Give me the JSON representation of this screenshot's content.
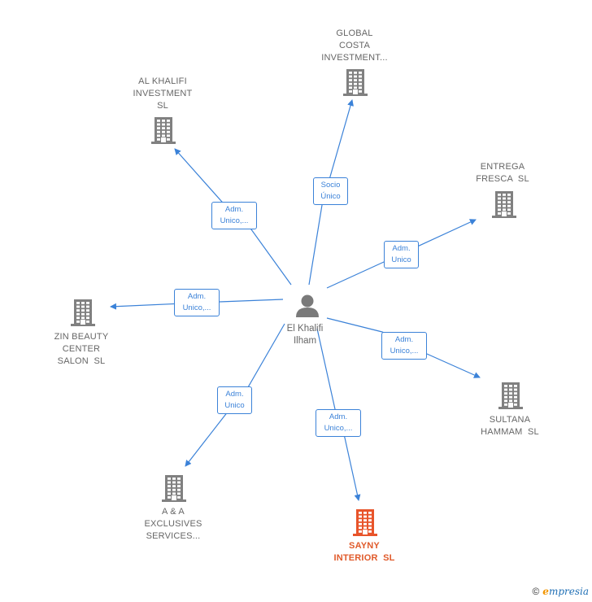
{
  "center": {
    "name": "El Khalifi\nIlham",
    "icon": "person-icon"
  },
  "companies": [
    {
      "id": "al-khalifi",
      "name": "AL KHALIFI\nINVESTMENT\nSL",
      "icon": "building-icon",
      "highlight": false
    },
    {
      "id": "global-costa",
      "name": "GLOBAL\nCOSTA\nINVESTMENT...",
      "icon": "building-icon",
      "highlight": false
    },
    {
      "id": "entrega-fresca",
      "name": "ENTREGA\nFRESCA  SL",
      "icon": "building-icon",
      "highlight": false
    },
    {
      "id": "zin-beauty",
      "name": "ZIN BEAUTY\nCENTER\nSALON  SL",
      "icon": "building-icon",
      "highlight": false
    },
    {
      "id": "sultana-hammam",
      "name": "SULTANA\nHAMMAM  SL",
      "icon": "building-icon",
      "highlight": false
    },
    {
      "id": "a-a-exclusives",
      "name": "A & A\nEXCLUSIVES\nSERVICES...",
      "icon": "building-icon",
      "highlight": false
    },
    {
      "id": "sayny-interior",
      "name": "SAYNY\nINTERIOR  SL",
      "icon": "building-icon",
      "highlight": true
    }
  ],
  "relations": [
    {
      "to": "al-khalifi",
      "label": "Adm.\nUnico,..."
    },
    {
      "to": "global-costa",
      "label": "Socio\nÚnico"
    },
    {
      "to": "entrega-fresca",
      "label": "Adm.\nUnico"
    },
    {
      "to": "zin-beauty",
      "label": "Adm.\nUnico,..."
    },
    {
      "to": "sultana-hammam",
      "label": "Adm.\nUnico,..."
    },
    {
      "to": "a-a-exclusives",
      "label": "Adm.\nUnico"
    },
    {
      "to": "sayny-interior",
      "label": "Adm.\nUnico,..."
    }
  ],
  "colors": {
    "edge": "#3b82d8",
    "building": "#808080",
    "building_highlight": "#e8542a",
    "person": "#7a7a7a"
  },
  "footer": {
    "copyright": "©",
    "brand_initial": "e",
    "brand_rest": "mpresia"
  }
}
